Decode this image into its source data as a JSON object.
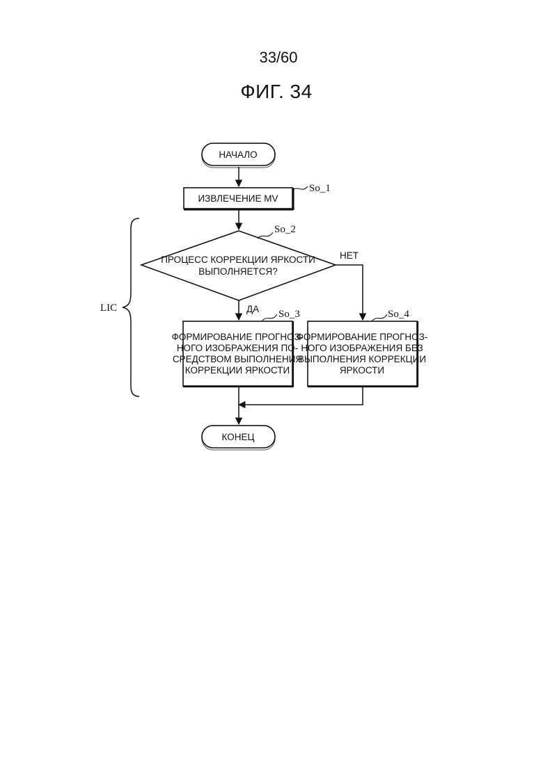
{
  "page": {
    "number": "33/60",
    "figure_title": "ФИГ. 34"
  },
  "flowchart": {
    "start": {
      "label": "НАЧАЛО"
    },
    "step1": {
      "label": "ИЗВЛЕЧЕНИЕ MV",
      "ref": "So_1"
    },
    "decision": {
      "lines": [
        "ПРОЦЕСС КОРРЕКЦИИ ЯРКОСТИ",
        "ВЫПОЛНЯЕТСЯ?"
      ],
      "ref": "So_2",
      "yes_label": "ДА",
      "no_label": "НЕТ"
    },
    "step3": {
      "lines": [
        "ФОРМИРОВАНИЕ ПРОГНОЗ-",
        "НОГО ИЗОБРАЖЕНИЯ ПО-",
        "СРЕДСТВОМ ВЫПОЛНЕНИЯ",
        "КОРРЕКЦИИ ЯРКОСТИ"
      ],
      "ref": "So_3"
    },
    "step4": {
      "lines": [
        "ФОРМИРОВАНИЕ ПРОГНОЗ-",
        "НОГО ИЗОБРАЖЕНИЯ БЕЗ",
        "ВЫПОЛНЕНИЯ КОРРЕКЦИИ",
        "ЯРКОСТИ"
      ],
      "ref": "So_4"
    },
    "end": {
      "label": "КОНЕЦ"
    },
    "group": {
      "label": "LIC"
    }
  }
}
